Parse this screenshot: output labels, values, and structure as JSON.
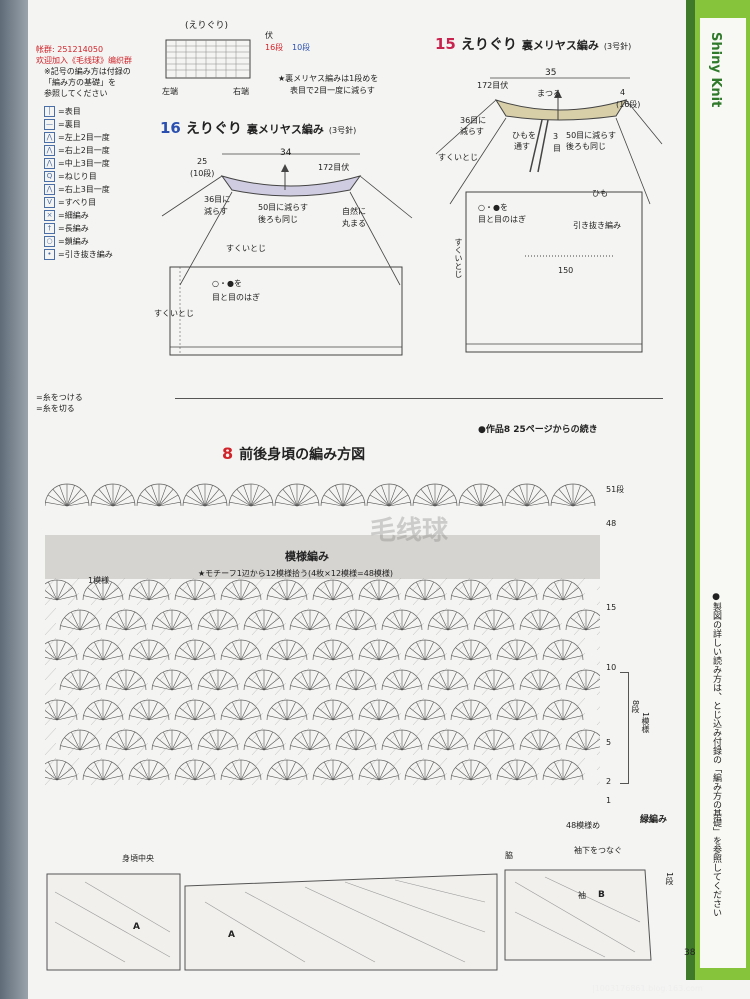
{
  "watermarks": {
    "top_left_1": "帐群: 251214050",
    "top_left_2": "欢迎加入《毛线球》编织群",
    "center_logo": "毛线球",
    "bottom_right": "|1003176861.blog.163.com"
  },
  "legend": {
    "heading_1": "※記号の編み方は付録の",
    "heading_2": "「編み方の基礎」を",
    "heading_3": "参照してください",
    "items": [
      "=表目",
      "=裏目",
      "=左上2目一度",
      "=右上2目一度",
      "=中上3目一度",
      "=ねじり目",
      "=右上3目一度",
      "=すべり目",
      "=細編み",
      "=長編み",
      "=鎖編み",
      "=引き抜き編み"
    ],
    "arrow_attach": "=糸をつける",
    "arrow_cut": "=糸を切る"
  },
  "edge_chart": {
    "title": "(えりぐり)",
    "label_fu": "伏",
    "label_rows": "16段",
    "label_rows_blue": "10段",
    "left_end": "左端",
    "right_end": "右端",
    "note_1": "★裏メリヤス編みは1段めを",
    "note_2": "表目で2目一度に減らす"
  },
  "figure16": {
    "number": "16",
    "title": "えりぐり",
    "stitch": "裏メリヤス編み",
    "needle": "(3号針)",
    "width": "34",
    "side_25": "25",
    "side_10": "(10段)",
    "top_172": "172目伏",
    "dec_1": "36目に",
    "dec_2": "減らす",
    "back_1": "50目に減らす",
    "back_2": "後ろも同じ",
    "natural_1": "自然に",
    "natural_2": "丸まる",
    "sukui_top": "すくいとじ",
    "sukui_side": "すくいとじ",
    "join": "○・●を",
    "join_2": "目と目のはぎ"
  },
  "figure15": {
    "number": "15",
    "title": "えりぐり",
    "stitch": "裏メリヤス編み",
    "needle": "(3号針)",
    "width": "35",
    "top_172": "172目伏",
    "matsuru": "まつる",
    "side_4": "4",
    "side_16": "(16段)",
    "dec_1": "36目に",
    "dec_2": "減らす",
    "himo_1": "ひもを",
    "himo_2": "通す",
    "center_3": "3",
    "center_cm": "目",
    "back_1": "50目に減らす",
    "back_2": "後ろも同じ",
    "sukui_top": "すくいとじ",
    "sukui_side": "すくいとじ",
    "join": "○・●を",
    "join_2": "目と目のはぎ",
    "himo": "ひも",
    "hikinuki": "引き抜き編み",
    "cord_len": "150"
  },
  "main_chart": {
    "continued": "●作品8 25ページからの続き",
    "number": "8",
    "title": "前後身頃の編み方図",
    "pattern_name": "模様編み",
    "motif_note": "★モチーフ1辺から12模様拾う(4枚×12模様=48模様)",
    "one_pattern": "1模様",
    "row_labels": [
      "51段",
      "48",
      "15",
      "10",
      "5",
      "2",
      "1"
    ],
    "repeat_label_1": "8段",
    "repeat_label_2": "1模様",
    "pattern_count": "48模様め",
    "center_body": "身頃中央",
    "side": "脇",
    "sleeve_join": "袖下をつなぐ",
    "edge_name": "緑編み",
    "edge_rows": "1段",
    "motif_a1": "A",
    "motif_a2": "A",
    "motif_b": "B",
    "motif_sode": "袖"
  },
  "side_strip": {
    "brand": "Shiny Knit",
    "note": "●製図の詳しい読み方は、とじ込み付録の「編み方の基礎」を参照してください"
  },
  "page_number": "38"
}
